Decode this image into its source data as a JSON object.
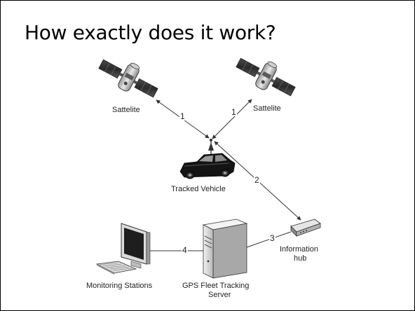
{
  "slide": {
    "title": "How exactly does it work?"
  },
  "diagram": {
    "nodes": {
      "satellite_left": "Sattelite",
      "satellite_right": "Sattelite",
      "vehicle": "Tracked Vehicle",
      "hub_line1": "Information",
      "hub_line2": "hub",
      "monitoring": "Monitoring Stations",
      "server_line1": "GPS Fleet Tracking",
      "server_line2": "Server"
    },
    "links": [
      {
        "from": "satellite_left",
        "to": "vehicle",
        "label": "1"
      },
      {
        "from": "satellite_right",
        "to": "vehicle",
        "label": "1"
      },
      {
        "from": "vehicle",
        "to": "hub",
        "label": "2"
      },
      {
        "from": "hub",
        "to": "server",
        "label": "3"
      },
      {
        "from": "server",
        "to": "monitoring",
        "label": "4"
      }
    ]
  }
}
